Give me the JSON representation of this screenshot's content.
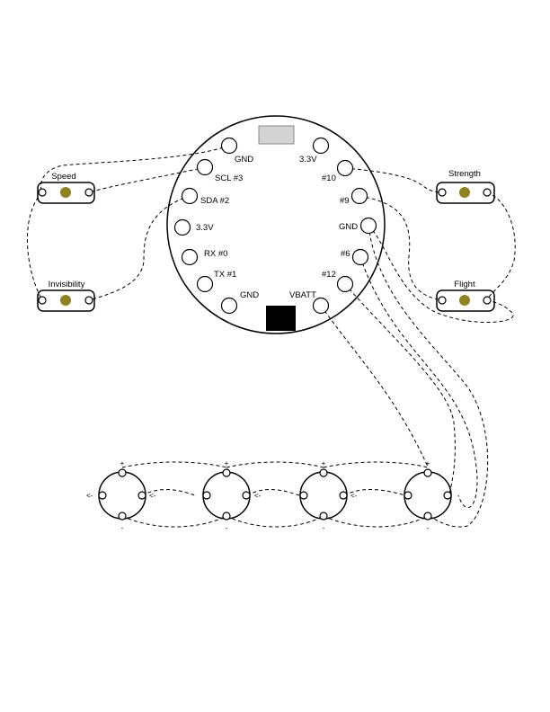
{
  "board": {
    "pins": {
      "gnd_top": "GND",
      "v33_top": "3.3V",
      "scl": "SCL #3",
      "sda": "SDA #2",
      "v33_left": "3.3V",
      "rx": "RX #0",
      "tx": "TX #1",
      "gnd_bottom": "GND",
      "p10": "#10",
      "p9": "#9",
      "gnd_right": "GND",
      "p6": "#6",
      "p12": "#12",
      "vbatt": "VBATT"
    },
    "colors": {
      "usb_pad": "#d3d3d3",
      "battery_pad": "#000000"
    }
  },
  "buttons": {
    "speed": "Speed",
    "invisibility": "Invisibility",
    "strength": "Strength",
    "flight": "Flight",
    "button_dot_color": "#8f8320"
  },
  "pixels": {
    "plus": "+",
    "minus": "-",
    "data_in": "<-"
  }
}
